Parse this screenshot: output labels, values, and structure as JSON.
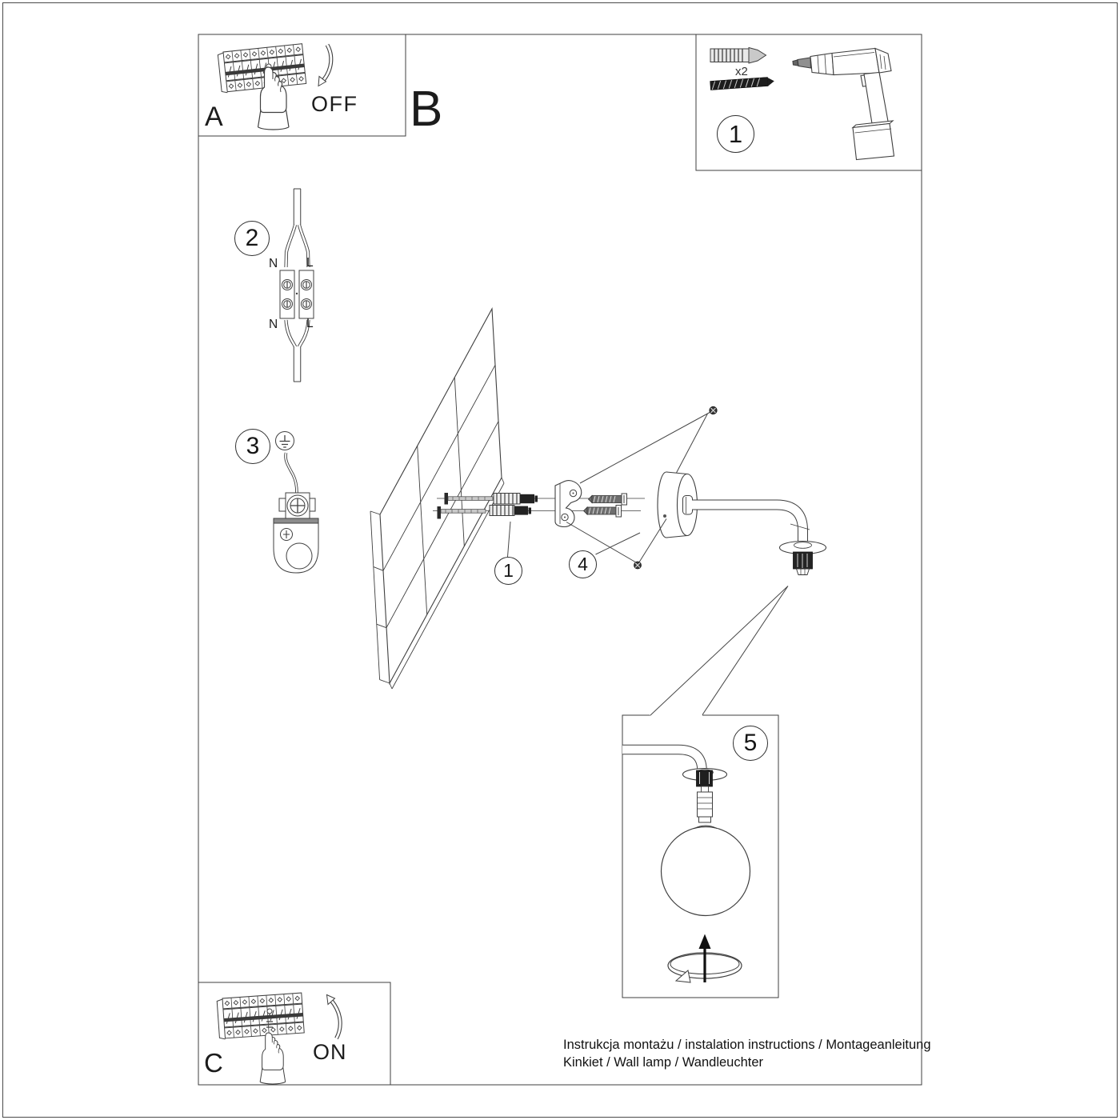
{
  "panel_a": {
    "label": "A",
    "action": "OFF"
  },
  "panel_b": {
    "label": "B"
  },
  "panel_c": {
    "label": "C",
    "action": "ON"
  },
  "tools": {
    "step_number": "1",
    "anchor_quantity": "x2"
  },
  "step2": {
    "number": "2",
    "terminals": {
      "top_left": "N",
      "top_right": "L",
      "bottom_left": "N",
      "bottom_right": "L"
    }
  },
  "step3": {
    "number": "3"
  },
  "assembly": {
    "anchor_callout": "1",
    "screws_callout": "4"
  },
  "detail": {
    "number": "5"
  },
  "footer": {
    "line1": "Instrukcja montażu / instalation instructions / Montageanleitung",
    "line2": "Kinkiet / Wall lamp / Wandleuchter"
  },
  "colors": {
    "line": "#3f3f3f",
    "ink": "#1c1c1c",
    "paper": "#ffffff"
  }
}
